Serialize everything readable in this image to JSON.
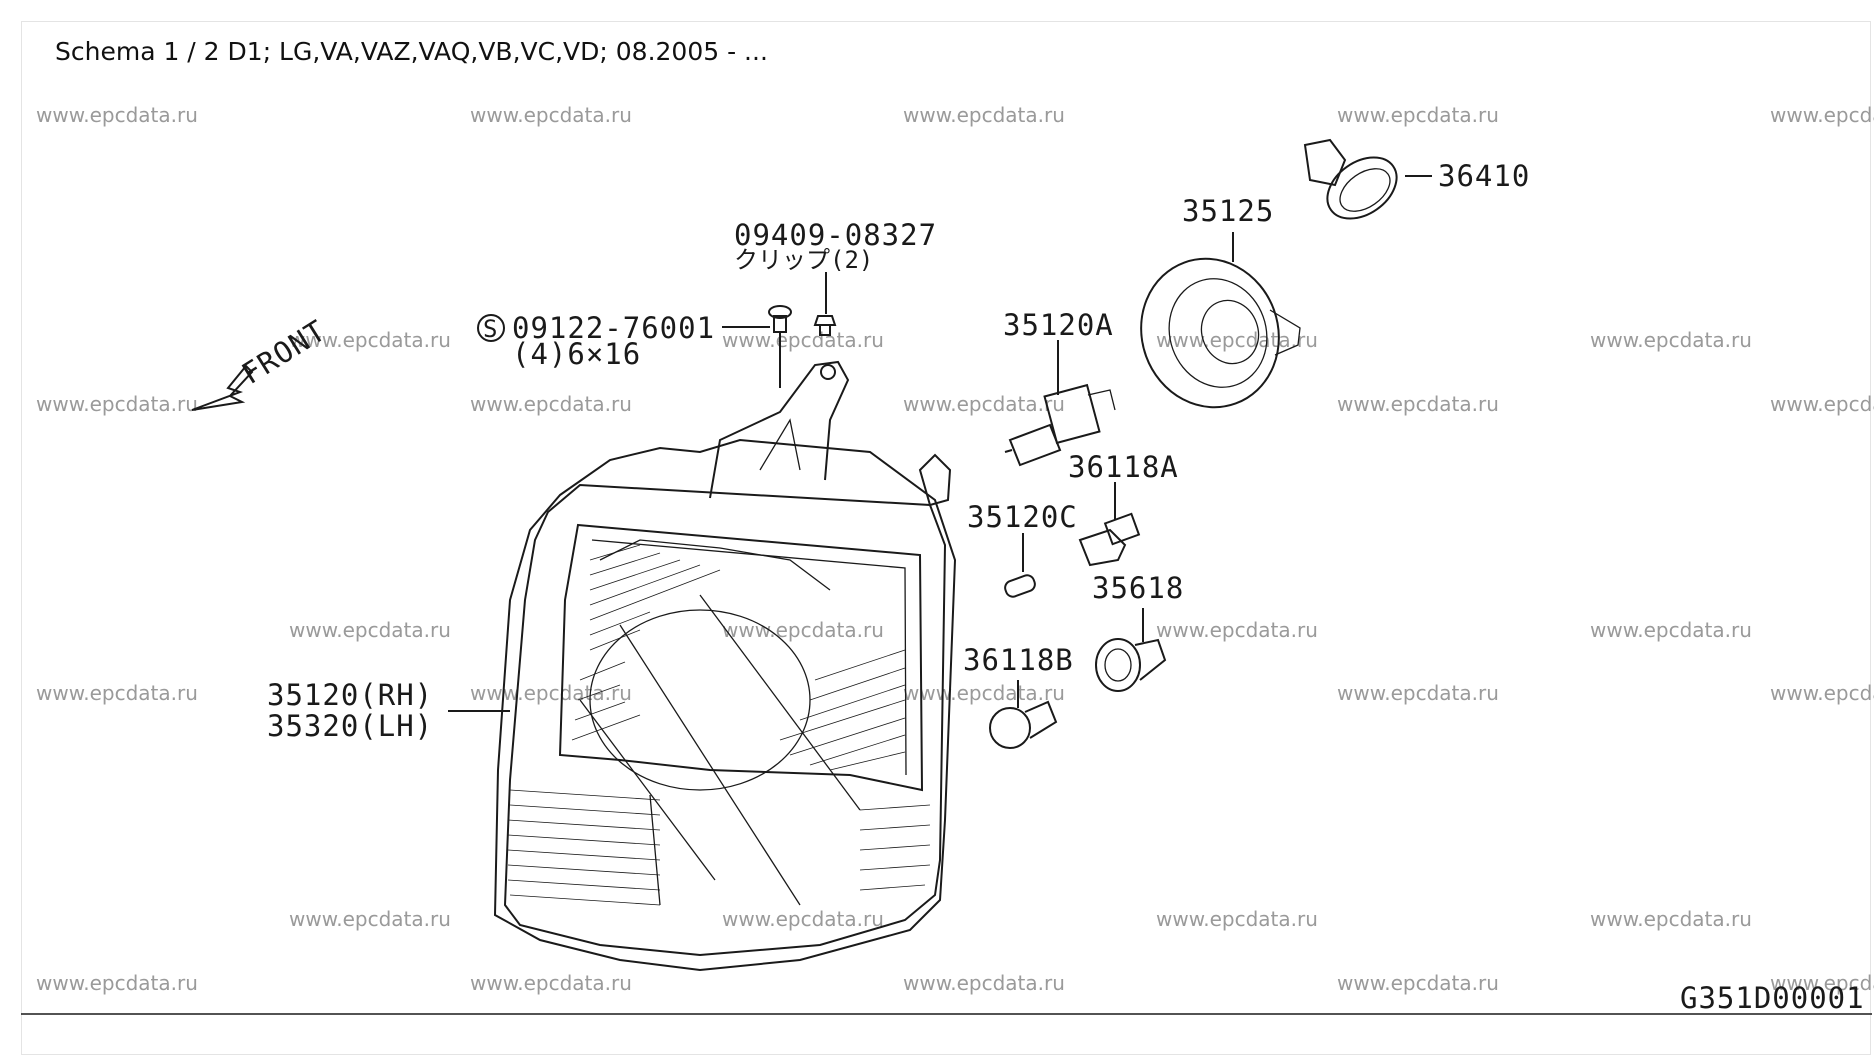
{
  "title": "Schema 1 / 2 D1; LG,VA,VAZ,VAQ,VB,VC,VD; 08.2005 - ...",
  "watermark": "www.epcdata.ru",
  "diagram_code": "G351D00001",
  "front_label": "FRONT",
  "parts": {
    "p36410": "36410",
    "p35125": "35125",
    "p09409": "09409-08327",
    "p09409_sub": "クリップ(2)",
    "p09122": "09122-76001",
    "p09122_prefix": "S",
    "p09122_sub": "(4)6×16",
    "p35120A": "35120A",
    "p36118A": "36118A",
    "p35120C": "35120C",
    "p35618": "35618",
    "p36118B": "36118B",
    "p35120": "35120(RH)",
    "p35320": "35320(LH)"
  }
}
